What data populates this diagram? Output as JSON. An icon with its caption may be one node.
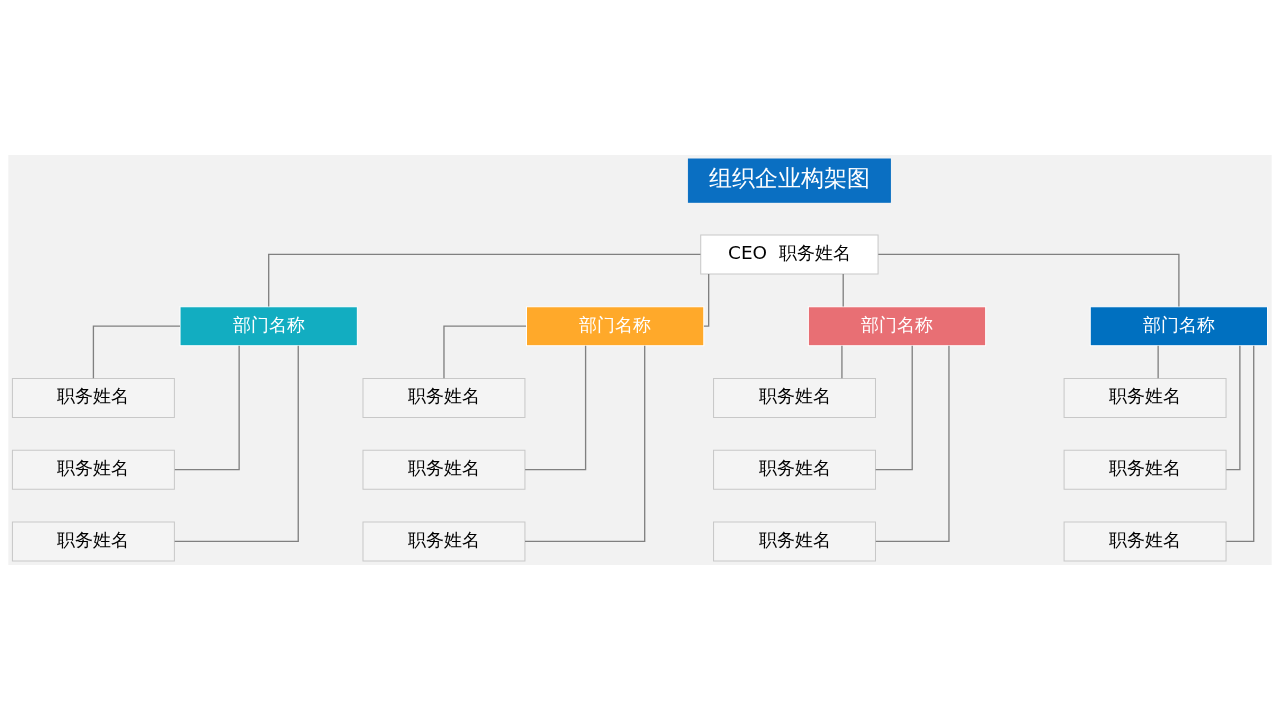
{
  "diagram": {
    "title": "组织企业构架图",
    "nodes": [
      {
        "text": [
          "CEO  职务姓名"
        ]
      },
      {
        "text": [
          "部门名称"
        ]
      },
      {
        "text": [
          "部门名称"
        ]
      },
      {
        "text": [
          "部门名称"
        ]
      },
      {
        "text": [
          "部门名称"
        ]
      },
      {
        "text": [
          "职务姓名"
        ]
      },
      {
        "text": [
          "职务姓名"
        ]
      },
      {
        "text": [
          "职务姓名"
        ]
      },
      {
        "text": [
          "职务姓名"
        ]
      },
      {
        "text": [
          "职务姓名"
        ]
      },
      {
        "text": [
          "职务姓名"
        ]
      },
      {
        "text": [
          "职务姓名"
        ]
      },
      {
        "text": [
          "职务姓名"
        ]
      },
      {
        "text": [
          "职务姓名"
        ]
      },
      {
        "text": [
          "职务姓名"
        ]
      },
      {
        "text": [
          "职务姓名"
        ]
      },
      {
        "text": [
          "职务姓名"
        ]
      }
    ],
    "edges": [
      {
        "from": 0,
        "to": 1,
        "arrow": "none"
      },
      {
        "from": 0,
        "to": 2,
        "arrow": "none"
      },
      {
        "from": 0,
        "to": 3,
        "arrow": "none"
      },
      {
        "from": 0,
        "to": 4,
        "arrow": "none"
      },
      {
        "from": 1,
        "to": 5,
        "arrow": "none"
      },
      {
        "from": 1,
        "to": 9,
        "arrow": "none"
      },
      {
        "from": 1,
        "to": 13,
        "arrow": "none"
      },
      {
        "from": 2,
        "to": 6,
        "arrow": "none"
      },
      {
        "from": 2,
        "to": 10,
        "arrow": "none"
      },
      {
        "from": 2,
        "to": 14,
        "arrow": "none"
      },
      {
        "from": 3,
        "to": 7,
        "arrow": "none"
      },
      {
        "from": 3,
        "to": 11,
        "arrow": "none"
      },
      {
        "from": 3,
        "to": 15,
        "arrow": "none"
      },
      {
        "from": 4,
        "to": 8,
        "arrow": "none"
      },
      {
        "from": 4,
        "to": 12,
        "arrow": "none"
      },
      {
        "from": 4,
        "to": 16,
        "arrow": "none"
      }
    ]
  }
}
